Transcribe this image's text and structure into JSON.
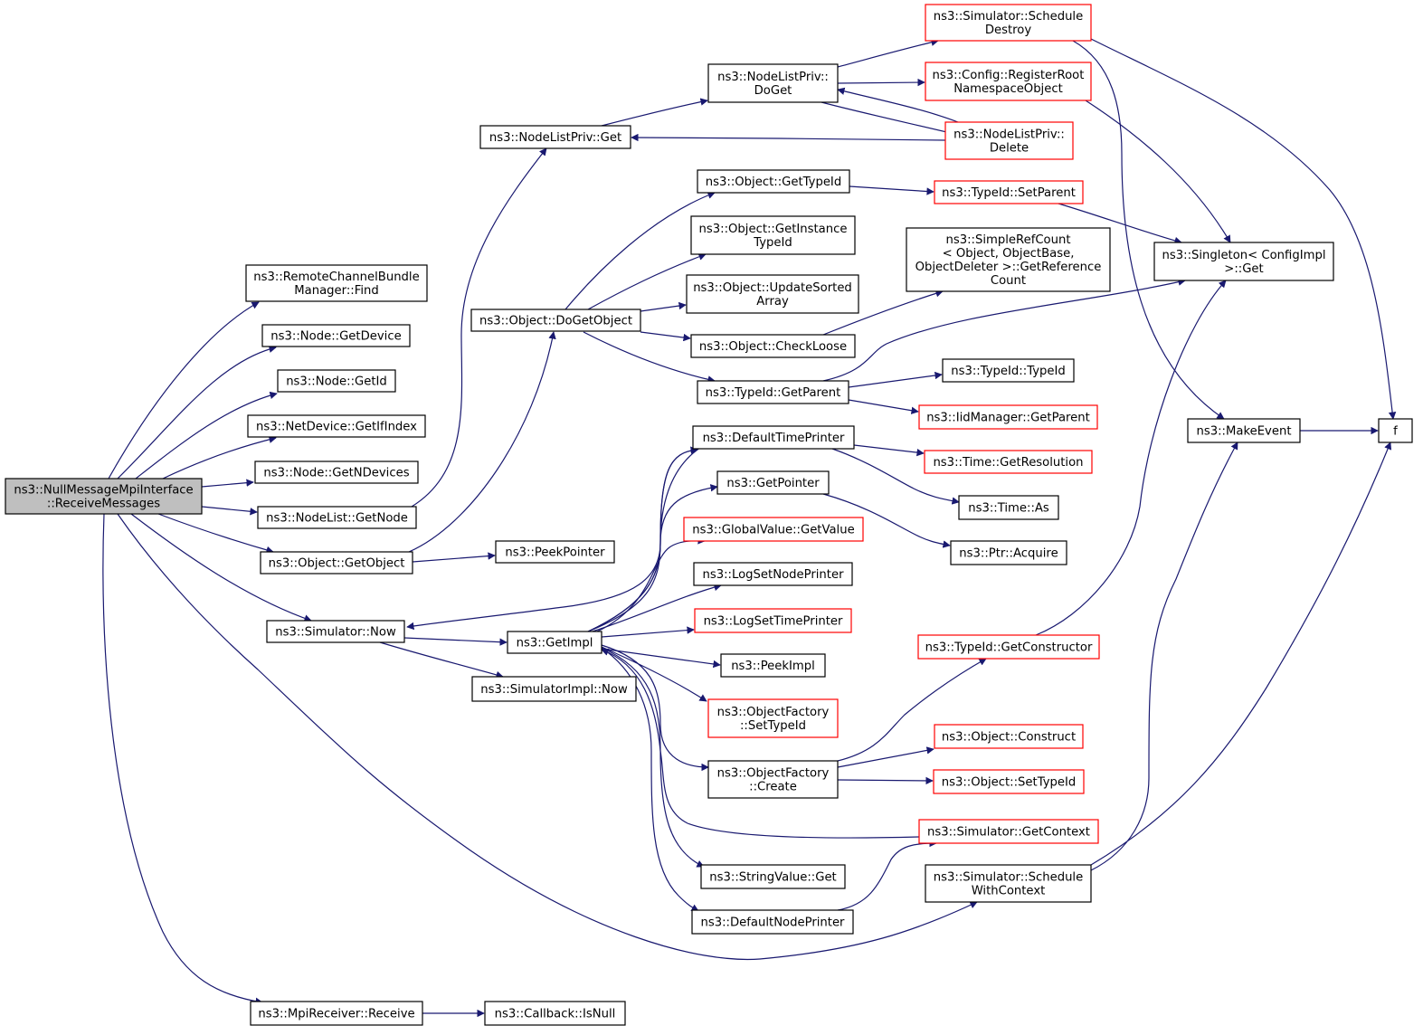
{
  "colors": {
    "edge": "#191970",
    "border_default": "#000000",
    "border_truncated": "#ff0000",
    "root_fill": "#bfbfbf"
  },
  "nodes": {
    "root": {
      "lines": [
        "ns3::NullMessageMpiInterface",
        "::ReceiveMessages"
      ],
      "style": "root"
    },
    "rcbm_find": {
      "lines": [
        "ns3::RemoteChannelBundle",
        "Manager::Find"
      ]
    },
    "node_getdev": {
      "lines": [
        "ns3::Node::GetDevice"
      ]
    },
    "node_getid": {
      "lines": [
        "ns3::Node::GetId"
      ]
    },
    "nd_getif": {
      "lines": [
        "ns3::NetDevice::GetIfIndex"
      ]
    },
    "node_getnd": {
      "lines": [
        "ns3::Node::GetNDevices"
      ]
    },
    "nl_getnode": {
      "lines": [
        "ns3::NodeList::GetNode"
      ]
    },
    "obj_getobj": {
      "lines": [
        "ns3::Object::GetObject"
      ]
    },
    "sim_now": {
      "lines": [
        "ns3::Simulator::Now"
      ]
    },
    "mpi_recv": {
      "lines": [
        "ns3::MpiReceiver::Receive"
      ]
    },
    "nlp_get": {
      "lines": [
        "ns3::NodeListPriv::Get"
      ]
    },
    "obj_dogetobj": {
      "lines": [
        "ns3::Object::DoGetObject"
      ]
    },
    "peekpointer": {
      "lines": [
        "ns3::PeekPointer"
      ]
    },
    "getimpl": {
      "lines": [
        "ns3::GetImpl"
      ]
    },
    "simimpl_now": {
      "lines": [
        "ns3::SimulatorImpl::Now"
      ]
    },
    "cb_isnull": {
      "lines": [
        "ns3::Callback::IsNull"
      ]
    },
    "nlp_doget": {
      "lines": [
        "ns3::NodeListPriv::",
        "DoGet"
      ]
    },
    "obj_gettid": {
      "lines": [
        "ns3::Object::GetTypeId"
      ]
    },
    "obj_getinst": {
      "lines": [
        "ns3::Object::GetInstance",
        "TypeId"
      ]
    },
    "obj_upd": {
      "lines": [
        "ns3::Object::UpdateSorted",
        "Array"
      ]
    },
    "obj_chk": {
      "lines": [
        "ns3::Object::CheckLoose"
      ]
    },
    "tid_getpar": {
      "lines": [
        "ns3::TypeId::GetParent"
      ]
    },
    "deftp": {
      "lines": [
        "ns3::DefaultTimePrinter"
      ]
    },
    "getptr": {
      "lines": [
        "ns3::GetPointer"
      ]
    },
    "gv_getval": {
      "lines": [
        "ns3::GlobalValue::GetValue"
      ],
      "style": "truncated"
    },
    "lsnp": {
      "lines": [
        "ns3::LogSetNodePrinter"
      ]
    },
    "lstp": {
      "lines": [
        "ns3::LogSetTimePrinter"
      ],
      "style": "truncated"
    },
    "peekimpl": {
      "lines": [
        "ns3::PeekImpl"
      ]
    },
    "of_settid": {
      "lines": [
        "ns3::ObjectFactory",
        "::SetTypeId"
      ],
      "style": "truncated"
    },
    "of_create": {
      "lines": [
        "ns3::ObjectFactory",
        "::Create"
      ]
    },
    "sv_get": {
      "lines": [
        "ns3::StringValue::Get"
      ]
    },
    "defnp": {
      "lines": [
        "ns3::DefaultNodePrinter"
      ]
    },
    "sim_schdes": {
      "lines": [
        "ns3::Simulator::Schedule",
        "Destroy"
      ],
      "style": "truncated"
    },
    "cfg_reg": {
      "lines": [
        "ns3::Config::RegisterRoot",
        "NamespaceObject"
      ],
      "style": "truncated"
    },
    "nlp_del": {
      "lines": [
        "ns3::NodeListPriv::",
        "Delete"
      ],
      "style": "truncated"
    },
    "tid_setpar": {
      "lines": [
        "ns3::TypeId::SetParent"
      ],
      "style": "truncated"
    },
    "simpleref": {
      "lines": [
        "ns3::SimpleRefCount",
        "< Object, ObjectBase,",
        "ObjectDeleter >::GetReference",
        "Count"
      ]
    },
    "tid_tid": {
      "lines": [
        "ns3::TypeId::TypeId"
      ]
    },
    "iid_getpar": {
      "lines": [
        "ns3::IidManager::GetParent"
      ],
      "style": "truncated"
    },
    "time_getres": {
      "lines": [
        "ns3::Time::GetResolution"
      ],
      "style": "truncated"
    },
    "time_as": {
      "lines": [
        "ns3::Time::As"
      ]
    },
    "ptr_acq": {
      "lines": [
        "ns3::Ptr::Acquire"
      ]
    },
    "tid_getctor": {
      "lines": [
        "ns3::TypeId::GetConstructor"
      ],
      "style": "truncated"
    },
    "obj_construct": {
      "lines": [
        "ns3::Object::Construct"
      ],
      "style": "truncated"
    },
    "obj_settid": {
      "lines": [
        "ns3::Object::SetTypeId"
      ],
      "style": "truncated"
    },
    "sim_getctx": {
      "lines": [
        "ns3::Simulator::GetContext"
      ],
      "style": "truncated"
    },
    "sim_schwc": {
      "lines": [
        "ns3::Simulator::Schedule",
        "WithContext"
      ]
    },
    "singleton": {
      "lines": [
        "ns3::Singleton< ConfigImpl",
        " >::Get"
      ]
    },
    "makeevent": {
      "lines": [
        "ns3::MakeEvent"
      ]
    },
    "f": {
      "lines": [
        "f"
      ]
    }
  },
  "edges": [
    [
      "root",
      "rcbm_find"
    ],
    [
      "root",
      "node_getdev"
    ],
    [
      "root",
      "node_getid"
    ],
    [
      "root",
      "nd_getif"
    ],
    [
      "root",
      "node_getnd"
    ],
    [
      "root",
      "nl_getnode"
    ],
    [
      "root",
      "obj_getobj"
    ],
    [
      "root",
      "sim_now"
    ],
    [
      "root",
      "sim_schwc"
    ],
    [
      "root",
      "mpi_recv"
    ],
    [
      "nl_getnode",
      "nlp_get"
    ],
    [
      "obj_getobj",
      "obj_dogetobj"
    ],
    [
      "obj_getobj",
      "peekpointer"
    ],
    [
      "sim_now",
      "getimpl"
    ],
    [
      "sim_now",
      "simimpl_now"
    ],
    [
      "mpi_recv",
      "cb_isnull"
    ],
    [
      "nlp_get",
      "nlp_doget"
    ],
    [
      "obj_dogetobj",
      "obj_gettid"
    ],
    [
      "obj_dogetobj",
      "obj_getinst"
    ],
    [
      "obj_dogetobj",
      "obj_upd"
    ],
    [
      "obj_dogetobj",
      "obj_chk"
    ],
    [
      "obj_dogetobj",
      "tid_getpar"
    ],
    [
      "getimpl",
      "deftp"
    ],
    [
      "getimpl",
      "getptr"
    ],
    [
      "getimpl",
      "gv_getval"
    ],
    [
      "getimpl",
      "lsnp"
    ],
    [
      "getimpl",
      "lstp"
    ],
    [
      "getimpl",
      "peekimpl"
    ],
    [
      "getimpl",
      "of_settid"
    ],
    [
      "getimpl",
      "of_create"
    ],
    [
      "getimpl",
      "sv_get"
    ],
    [
      "getimpl",
      "defnp"
    ],
    [
      "getimpl",
      "sim_now"
    ],
    [
      "nlp_doget",
      "sim_schdes"
    ],
    [
      "nlp_doget",
      "cfg_reg"
    ],
    [
      "nlp_doget",
      "nlp_del"
    ],
    [
      "nlp_del",
      "nlp_doget"
    ],
    [
      "nlp_del",
      "nlp_get"
    ],
    [
      "obj_gettid",
      "tid_setpar"
    ],
    [
      "obj_chk",
      "simpleref"
    ],
    [
      "tid_getpar",
      "singleton"
    ],
    [
      "tid_getpar",
      "tid_tid"
    ],
    [
      "tid_getpar",
      "iid_getpar"
    ],
    [
      "deftp",
      "time_getres"
    ],
    [
      "deftp",
      "time_as"
    ],
    [
      "getptr",
      "ptr_acq"
    ],
    [
      "of_create",
      "tid_getctor"
    ],
    [
      "of_create",
      "obj_construct"
    ],
    [
      "of_create",
      "obj_settid"
    ],
    [
      "defnp",
      "sim_getctx"
    ],
    [
      "sim_getctx",
      "getimpl"
    ],
    [
      "sim_schdes",
      "makeevent"
    ],
    [
      "sim_schdes",
      "f"
    ],
    [
      "cfg_reg",
      "singleton"
    ],
    [
      "tid_setpar",
      "singleton"
    ],
    [
      "tid_getctor",
      "singleton"
    ],
    [
      "sim_schwc",
      "makeevent"
    ],
    [
      "sim_schwc",
      "f"
    ],
    [
      "makeevent",
      "f"
    ]
  ]
}
